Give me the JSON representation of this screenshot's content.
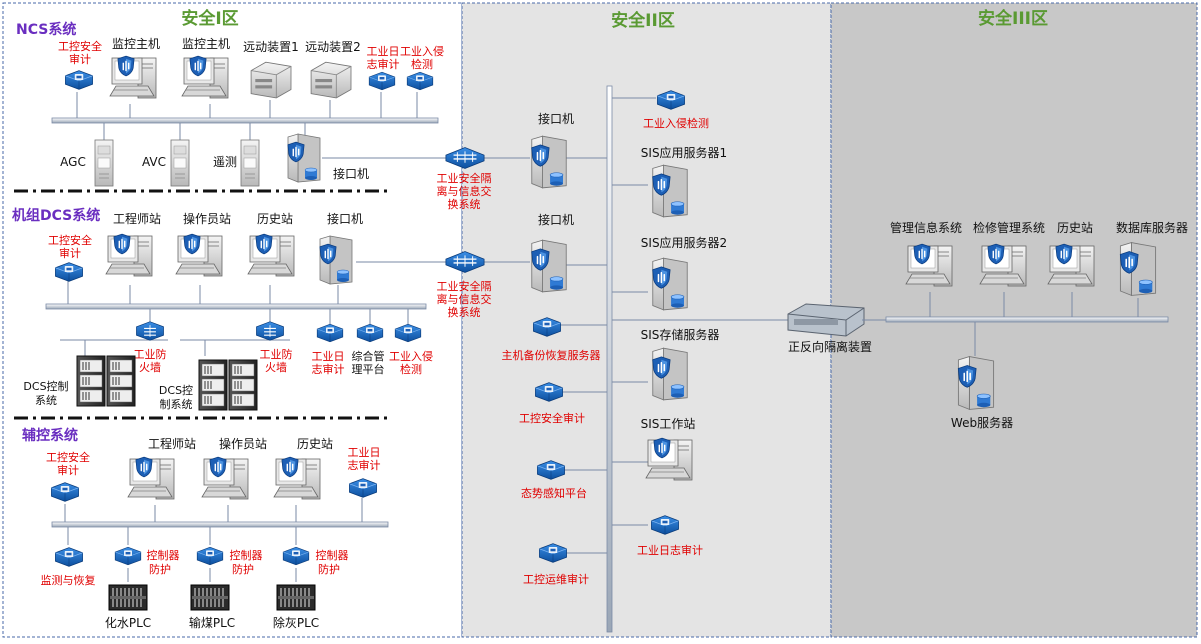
{
  "zones": {
    "zone1_title": "安全I区",
    "zone2_title": "安全II区",
    "zone3_title": "安全III区"
  },
  "colors": {
    "zone_title": "#5a9a33",
    "section_title": "#6a2ec0",
    "red_label": "#e00000",
    "device_blue": "#1f6fc8",
    "line": "#7a8aa6",
    "zone2_bg": "#e4e4e4",
    "zone3_bg": "#c8c8c8"
  },
  "ncs": {
    "title": "NCS系统",
    "audit": "工控安全审计",
    "host1": "监控主机",
    "host2": "监控主机",
    "rtu1": "远动装置1",
    "rtu2": "远动装置2",
    "log_audit": "工业日志审计",
    "ids": "工业入侵检测",
    "agc": "AGC",
    "avc": "AVC",
    "telemetry": "遥测",
    "interface": "接口机"
  },
  "dcs": {
    "title": "机组DCS系统",
    "audit": "工控安全审计",
    "eng": "工程师站",
    "op": "操作员站",
    "hist": "历史站",
    "interface": "接口机",
    "fw1": "工业防火墙",
    "fw2": "工业防火墙",
    "log_audit": "工业日志审计",
    "mgmt": "综合管理平台",
    "ids": "工业入侵检测",
    "ctrl1": "DCS控制系统",
    "ctrl2": "DCS控制系统"
  },
  "aux": {
    "title": "辅控系统",
    "audit": "工控安全审计",
    "eng": "工程师站",
    "op": "操作员站",
    "hist": "历史站",
    "log_audit": "工业日志审计",
    "monitor": "监测与恢复",
    "guard1": "控制器防护",
    "guard2": "控制器防护",
    "guard3": "控制器防护",
    "plc1": "化水PLC",
    "plc2": "输煤PLC",
    "plc3": "除灰PLC"
  },
  "zone2": {
    "gap1": "工业安全隔离与信息交换系统",
    "gap2": "工业安全隔离与信息交换系统",
    "if1": "接口机",
    "if2": "接口机",
    "ids": "工业入侵检测",
    "sis1": "SIS应用服务器1",
    "sis2": "SIS应用服务器2",
    "backup": "主机备份恢复服务器",
    "sis_storage": "SIS存储服务器",
    "audit": "工控安全审计",
    "sis_ws": "SIS工作站",
    "situation": "态势感知平台",
    "log_audit": "工业日志审计",
    "ops_audit": "工控运维审计"
  },
  "zone3": {
    "isolator": "正反向隔离装置",
    "mis": "管理信息系统",
    "maint": "检修管理系统",
    "hist": "历史站",
    "db": "数据库服务器",
    "web": "Web服务器"
  }
}
